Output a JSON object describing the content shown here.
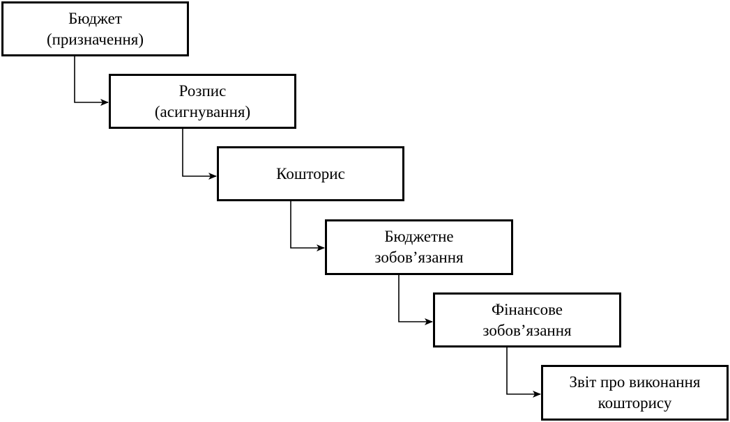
{
  "stages": [
    {
      "label": "Бюджет\n(призначення)"
    },
    {
      "label": "Розпис\n(асигнування)"
    },
    {
      "label": "Кошторис"
    },
    {
      "label": "Бюджетне\nзобовʼязання"
    },
    {
      "label": "Фінансове\nзобовʼязання"
    },
    {
      "label": "Звіт про виконання\nкошторису"
    }
  ]
}
